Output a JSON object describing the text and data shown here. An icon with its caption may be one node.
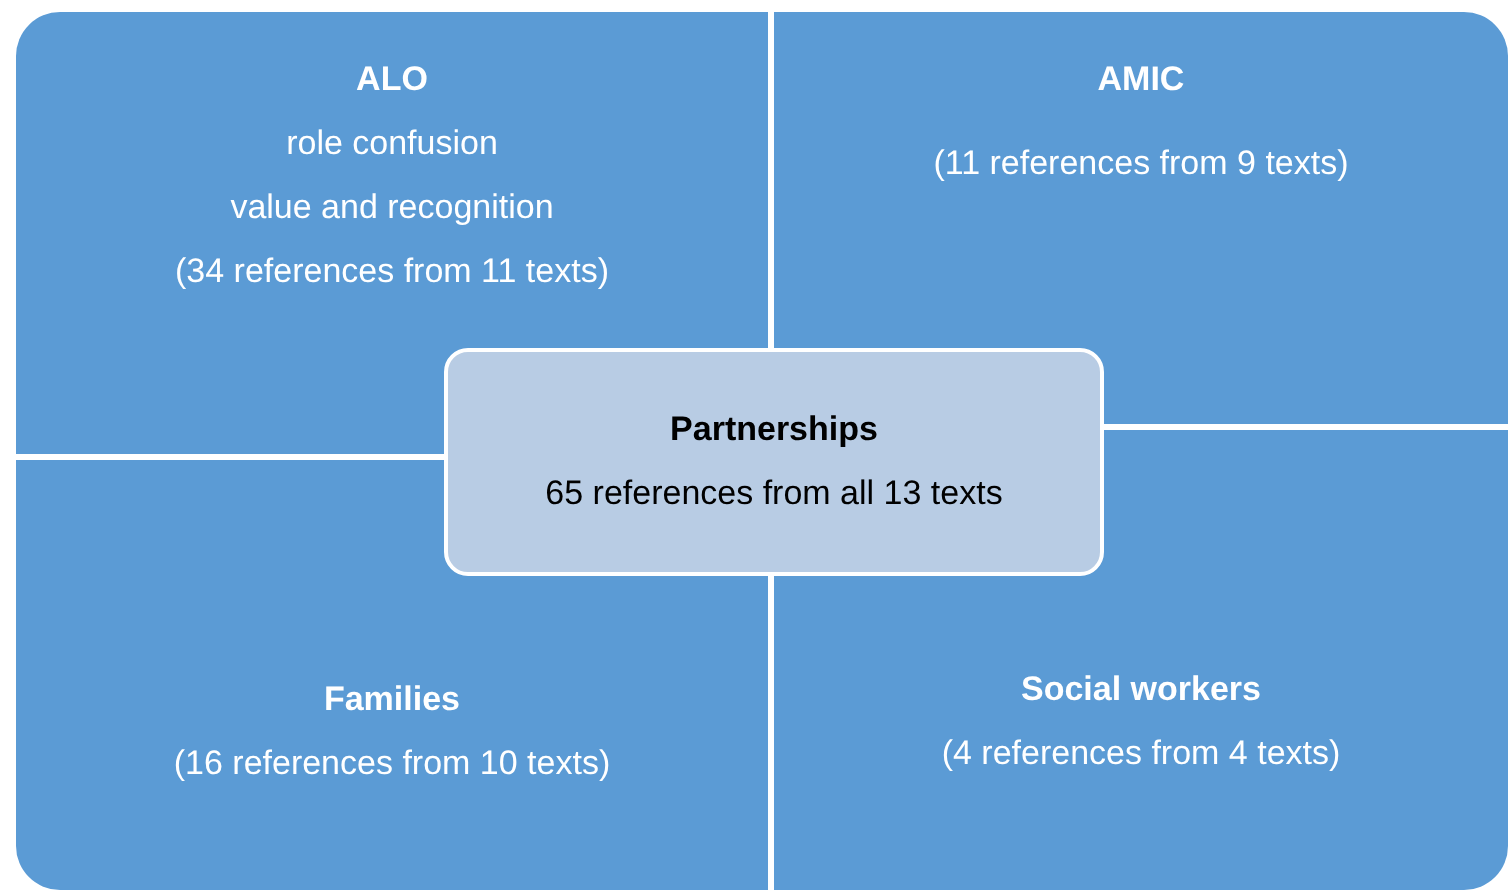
{
  "diagram": {
    "nodes": [
      {
        "text": [
          "ALO",
          "role confusion",
          "value and recognition",
          "(34 references from 11 texts)"
        ]
      },
      {
        "text": [
          "AMIC",
          "(11 references from 9 texts)"
        ]
      },
      {
        "text": [
          "Partnerships",
          "65 references from all 13 texts"
        ]
      },
      {
        "text": [
          "Families",
          "(16 references from 10 texts)"
        ]
      },
      {
        "text": [
          "Social workers",
          "(4 references from 4 texts)"
        ]
      }
    ]
  }
}
